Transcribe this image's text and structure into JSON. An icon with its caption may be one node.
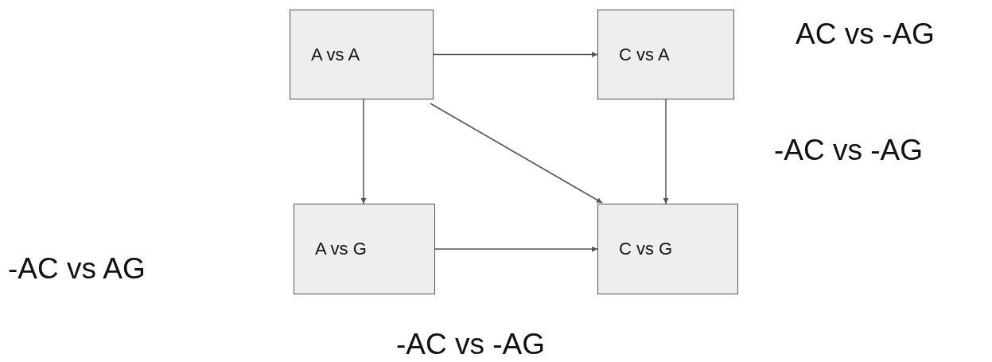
{
  "diagram": {
    "nodes": [
      {
        "text": [
          "A vs A"
        ]
      },
      {
        "text": [
          "C vs A"
        ]
      },
      {
        "text": [
          "A vs G"
        ]
      },
      {
        "text": [
          "C vs G"
        ]
      }
    ],
    "edges": [
      {
        "from": 0,
        "to": 1,
        "arrow": "to"
      },
      {
        "from": 0,
        "to": 2,
        "arrow": "to"
      },
      {
        "from": 0,
        "to": 3,
        "arrow": "to"
      },
      {
        "from": 1,
        "to": 3,
        "arrow": "to"
      },
      {
        "from": 2,
        "to": 3,
        "arrow": "to"
      }
    ],
    "labels": [
      "AC vs -AG",
      "-AC vs -AG",
      "-AC vs AG",
      "-AC vs -AG"
    ]
  }
}
